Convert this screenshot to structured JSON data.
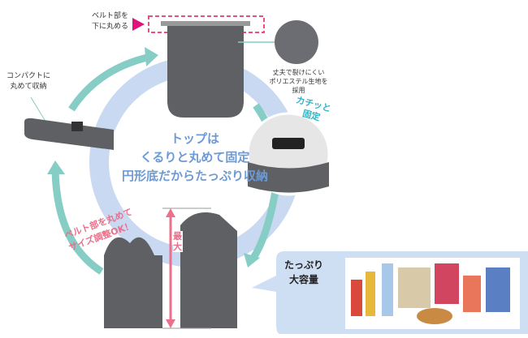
{
  "labels": {
    "belt_roll": [
      "ベルト部を",
      "下に丸める"
    ],
    "fabric": [
      "丈夫で裂けにくい",
      "ポリエステル生地を",
      "採用"
    ],
    "compact": [
      "コンパクトに",
      "丸めて収納"
    ],
    "click_fix": [
      "カチッと",
      "固定"
    ],
    "center": [
      "トップは",
      "くるりと丸めて固定",
      "円形底だからたっぷり収納"
    ],
    "size_adjust": [
      "ベルト部を丸めて",
      "サイズ調整OK！"
    ],
    "max": "最大",
    "capacity": [
      "たっぷり",
      "大容量"
    ]
  },
  "colors": {
    "teal": "#86cdc6",
    "ring": "#c8d9f1",
    "pink": "#e8507f",
    "bag": "#5f6063",
    "bubble": "#cfdff3"
  }
}
